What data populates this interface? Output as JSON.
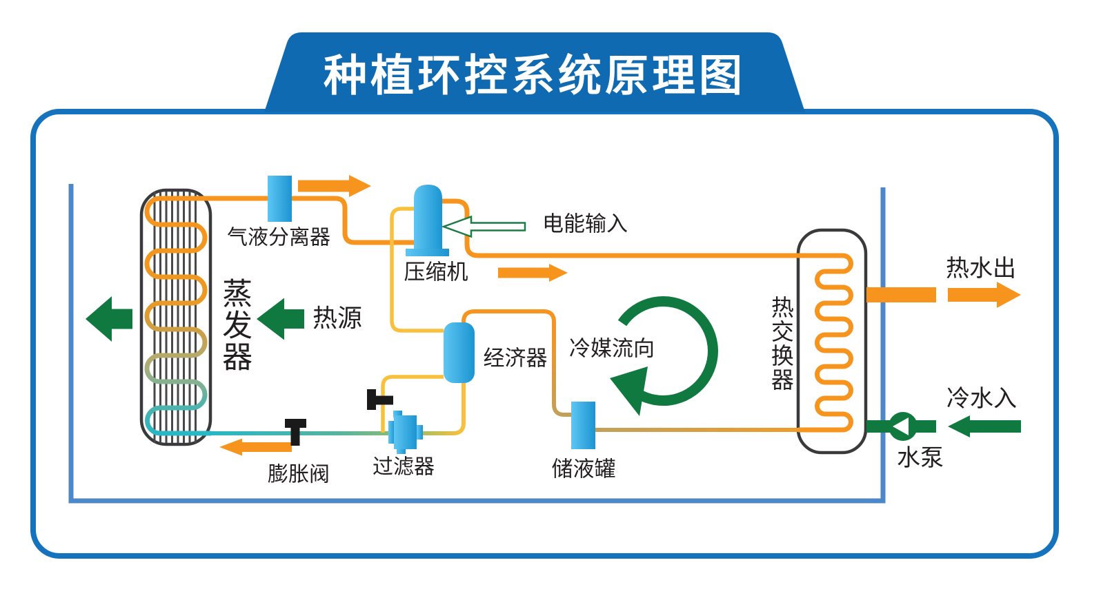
{
  "title": "种植环控系统原理图",
  "labels": {
    "gas_liquid_separator": "气液分离器",
    "evaporator": "蒸发器",
    "heat_source": "热源",
    "compressor": "压缩机",
    "power_input": "电能输入",
    "economizer": "经济器",
    "refrigerant_flow": "冷媒流向",
    "storage_tank": "储液罐",
    "filter": "过滤器",
    "expansion_valve": "膨胀阀",
    "heat_exchanger": "热交换器",
    "hot_water_out": "热水出",
    "cold_water_in": "冷水入",
    "water_pump": "水泵"
  },
  "colors": {
    "banner_blue": "#0F6AB2",
    "border_blue": "#1473BC",
    "water_loop_blue": "#4C87C8",
    "pipe_orange": "#F7941D",
    "pipe_yellow": "#F9C03C",
    "pipe_teal": "#28B7C4",
    "pipe_tan": "#C2A05A",
    "arrow_green": "#10793F",
    "power_arrow_outline_green": "#1E7B45",
    "component_blue_light": "#5EC6F3",
    "component_blue_dark": "#1B94D1",
    "outline_gray": "#3A3A3C",
    "valve_black": "#1A1A1A",
    "text_dark": "#231F20",
    "title_white": "#FFFFFF"
  }
}
